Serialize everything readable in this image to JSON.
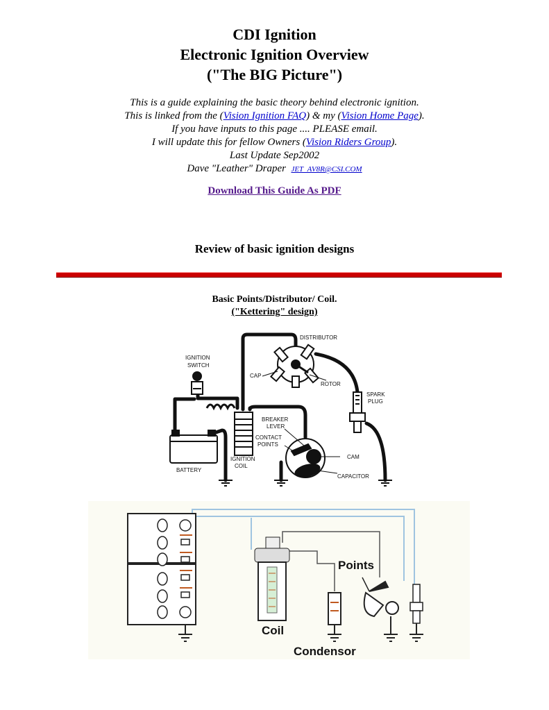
{
  "header": {
    "title_line1": "CDI Ignition",
    "title_line2": "Electronic Ignition Overview",
    "title_line3": "(\"The BIG Picture\")"
  },
  "intro": {
    "line1": "This is a guide explaining the basic theory behind electronic ignition.",
    "line2_pre": "This is linked from the (",
    "link_faq": "Vision Ignition FAQ",
    "line2_mid": ") & my (",
    "link_home": "Vision Home Page",
    "line2_post": ").",
    "line3": "If you have inputs to this page .... PLEASE email.",
    "line4_pre": "I will update this for fellow Owners (",
    "link_group": "Vision Riders Group",
    "line4_post": ").",
    "line5": "Last Update Sep2002",
    "line6": "Dave \"Leather\" Draper",
    "email": "JET_AV8R@CSI.COM"
  },
  "download_link": "Download This Guide As PDF",
  "section_heading": "Review of basic ignition designs",
  "diagram_heading": {
    "line1": "Basic Points/Distributor/ Coil.",
    "line2": "(\"Kettering\" design)"
  },
  "diagram1_labels": {
    "distributor": "DISTRIBUTOR",
    "ignition_switch_1": "IGNITION",
    "ignition_switch_2": "SWITCH",
    "cap": "CAP",
    "rotor": "ROTOR",
    "spark_plug_1": "SPARK",
    "spark_plug_2": "PLUG",
    "breaker_1": "BREAKER",
    "breaker_2": "LEVER",
    "contact_1": "CONTACT",
    "contact_2": "POINTS",
    "cam": "CAM",
    "ignition_coil_1": "IGNITION",
    "ignition_coil_2": "COIL",
    "battery": "BATTERY",
    "capacitor": "CAPACITOR"
  },
  "diagram2_labels": {
    "points": "Points",
    "coil": "Coil",
    "condensor": "Condensor"
  },
  "colors": {
    "link": "#0000cc",
    "visited_link": "#551a8b",
    "divider": "#cc0000",
    "diagram_bg": "#fbfbf3",
    "wire_blue": "#9fc4e0"
  }
}
